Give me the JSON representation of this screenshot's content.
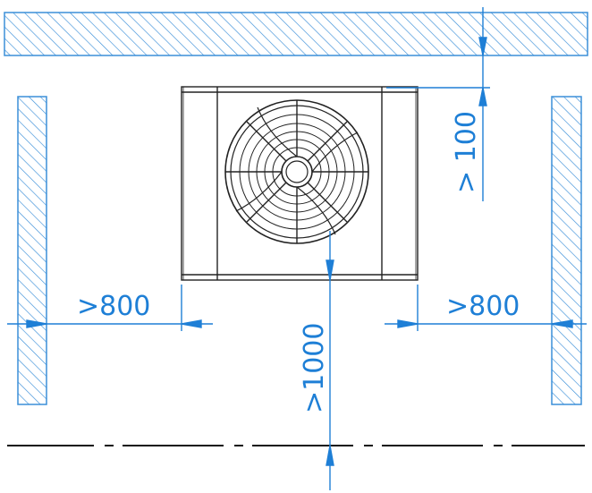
{
  "colors": {
    "dimension": "#1e7fd6",
    "wall": "#3b8fd8",
    "outline": "#222222",
    "background": "#ffffff"
  },
  "dimensions": {
    "top_clearance": "> 100",
    "left_clearance": ">800",
    "right_clearance": ">800",
    "front_clearance": ">1000"
  }
}
